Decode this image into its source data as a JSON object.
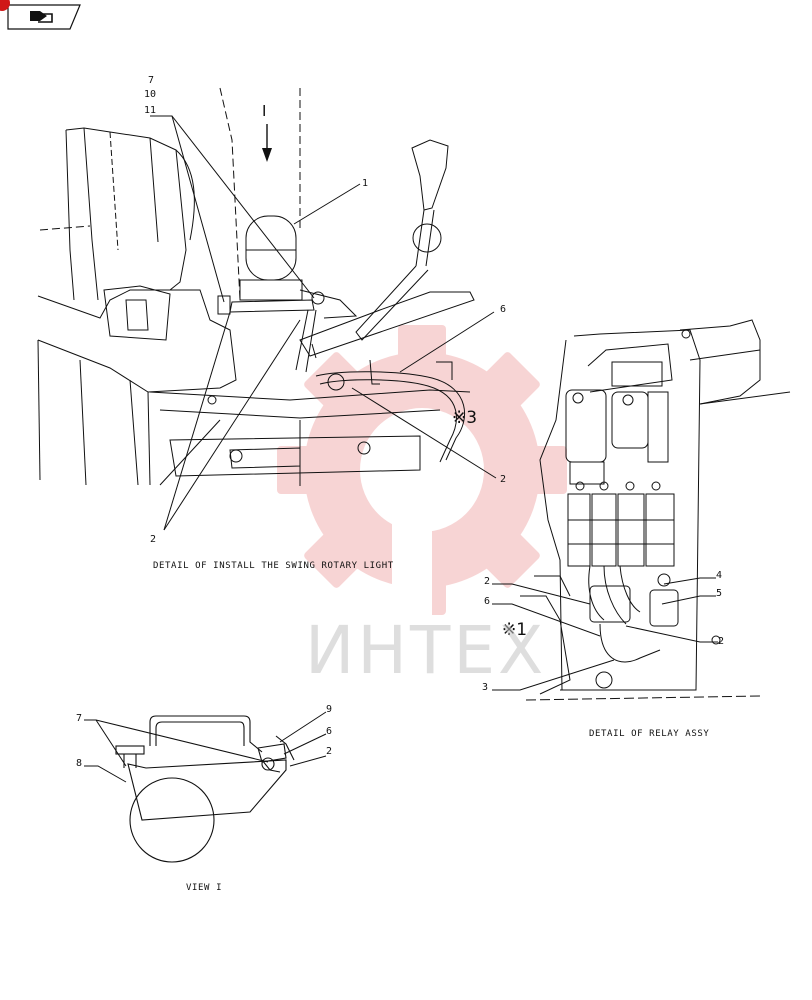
{
  "nav": {
    "back_icon": "back-arrow-icon",
    "accent": "#d01818"
  },
  "captions": {
    "swing_light": "DETAIL OF INSTALL THE SWING ROTARY LIGHT",
    "relay": "DETAIL OF RELAY ASSY",
    "view": "VIEW I"
  },
  "view_marker": "I",
  "callouts": {
    "c7": "7",
    "c10": "10",
    "c11": "11",
    "c1": "1",
    "c6a": "6",
    "c2a": "2",
    "c2b": "2",
    "c2c": "2",
    "c6b": "6",
    "c4": "4",
    "c5": "5",
    "c2d": "2",
    "c3": "3",
    "c7v": "7",
    "c8": "8",
    "c9": "9",
    "c6v": "6",
    "c2v": "2"
  },
  "notes": {
    "n3": "※3",
    "n1": "※1"
  },
  "watermark": {
    "text": "ИНТЕХ",
    "gear_color": "#f2b2b2"
  }
}
